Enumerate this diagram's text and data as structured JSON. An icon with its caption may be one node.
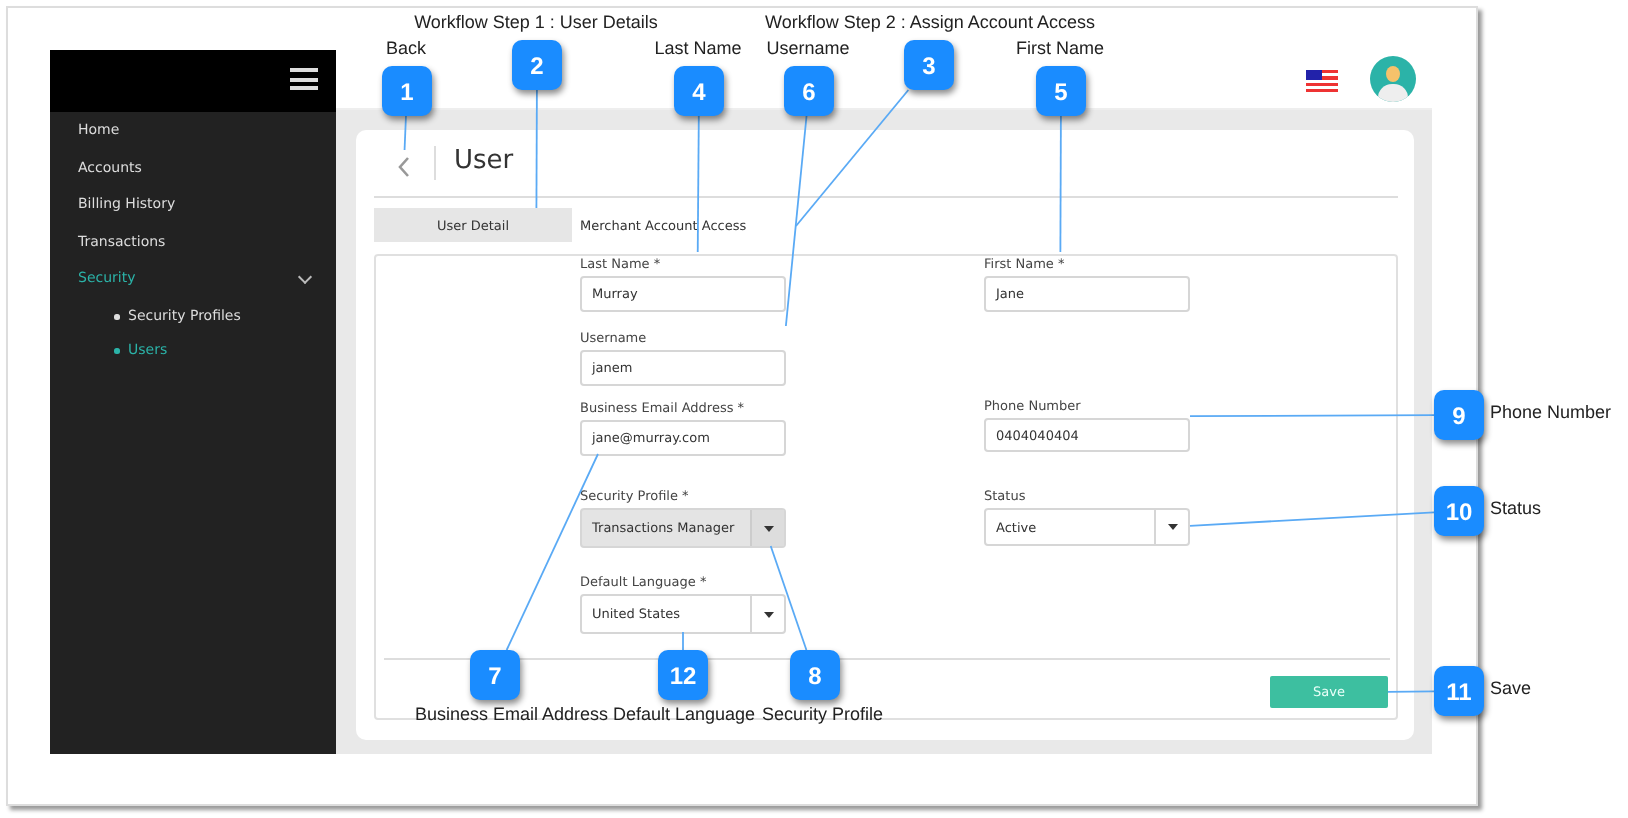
{
  "diagram": {
    "nodes": [
      {
        "text": [
          "1"
        ],
        "beside": [
          "Back"
        ]
      },
      {
        "text": [
          "2"
        ],
        "beside": [
          "Workflow Step 1 : User Details"
        ]
      },
      {
        "text": [
          "3"
        ],
        "beside": [
          "Workflow Step 2 : Assign Account Access"
        ]
      },
      {
        "text": [
          "4"
        ],
        "beside": [
          "Last Name"
        ]
      },
      {
        "text": [
          "5"
        ],
        "beside": [
          "First Name"
        ]
      },
      {
        "text": [
          "6"
        ],
        "beside": [
          "Username"
        ]
      },
      {
        "text": [
          "7"
        ],
        "beside": [
          "Business Email Address"
        ]
      },
      {
        "text": [
          "8"
        ],
        "beside": [
          "Security Profile"
        ]
      },
      {
        "text": [
          "9"
        ],
        "beside": [
          "Phone Number"
        ]
      },
      {
        "text": [
          "10"
        ],
        "beside": [
          "Status"
        ]
      },
      {
        "text": [
          "11"
        ],
        "beside": [
          "Save"
        ]
      },
      {
        "text": [
          "12"
        ],
        "beside": [
          "Default Language"
        ]
      },
      {
        "text": [],
        "shape": "picture"
      },
      {
        "text": [
          "User Detail"
        ]
      },
      {
        "text": [
          "Merchant Account Access"
        ]
      },
      {
        "text": [
          "Last Name *",
          "Murray"
        ]
      },
      {
        "text": [
          "First Name *",
          "Jane"
        ]
      },
      {
        "text": [
          "Username",
          "janem"
        ]
      },
      {
        "text": [
          "Business Email Address *",
          "jane@murray.com"
        ]
      },
      {
        "text": [
          "Security Profile *",
          "Transactions Manager"
        ]
      },
      {
        "text": [
          "Phone Number",
          "0404040404"
        ]
      },
      {
        "text": [
          "Status",
          "Active"
        ]
      },
      {
        "text": [
          "Save"
        ]
      },
      {
        "text": [
          "Default Language *",
          "United States"
        ]
      }
    ],
    "edges": [
      {
        "from": 0,
        "to": 12,
        "arrow": "none"
      },
      {
        "from": 1,
        "to": 13,
        "arrow": "none"
      },
      {
        "from": 2,
        "to": 14,
        "arrow": "none"
      },
      {
        "from": 3,
        "to": 15,
        "arrow": "none"
      },
      {
        "from": 4,
        "to": 16,
        "arrow": "none"
      },
      {
        "from": 5,
        "to": 17,
        "arrow": "none"
      },
      {
        "from": 6,
        "to": 18,
        "arrow": "none"
      },
      {
        "from": 7,
        "to": 19,
        "arrow": "none"
      },
      {
        "from": 8,
        "to": 20,
        "arrow": "none"
      },
      {
        "from": 9,
        "to": 21,
        "arrow": "none"
      },
      {
        "from": 10,
        "to": 22,
        "arrow": "none"
      },
      {
        "from": 11,
        "to": 23,
        "arrow": "none"
      }
    ],
    "labels": [
      "Home",
      "Accounts",
      "Billing History",
      "Transactions",
      "Security",
      "Security Profiles",
      "Users",
      "User"
    ]
  }
}
